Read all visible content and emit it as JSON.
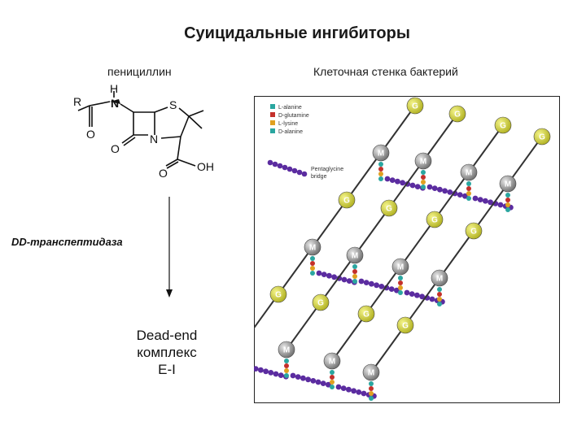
{
  "title": "Суицидальные ингибиторы",
  "penicillin_label": "пенициллин",
  "cell_wall_label": "Клеточная стенка бактерий",
  "enzyme_label": "DD-транспептидаза",
  "complex": {
    "line1": "Dead-end",
    "line2": "комплекс",
    "line3": "E-I"
  },
  "molecule_atoms": {
    "R": "R",
    "H": "H",
    "N1": "N",
    "S": "S",
    "N2": "N",
    "O1": "O",
    "O2": "O",
    "O3": "O",
    "OH": "OH"
  },
  "legend": [
    {
      "label": "L-alanine",
      "color": "#2aa6a0"
    },
    {
      "label": "D-glutamine",
      "color": "#c4302b"
    },
    {
      "label": "L-lysine",
      "color": "#e0a020"
    },
    {
      "label": "D-alanine",
      "color": "#2aa6a0"
    }
  ],
  "bridge_label_1": "Pentaglycine",
  "bridge_label_2": "bridge",
  "sugar_M": "M",
  "sugar_G": "G",
  "colors": {
    "muramic": "#8e8e8e",
    "glucosamine": "#d6d62a",
    "bridge": "#5b2ca0",
    "chain": "#333333"
  }
}
